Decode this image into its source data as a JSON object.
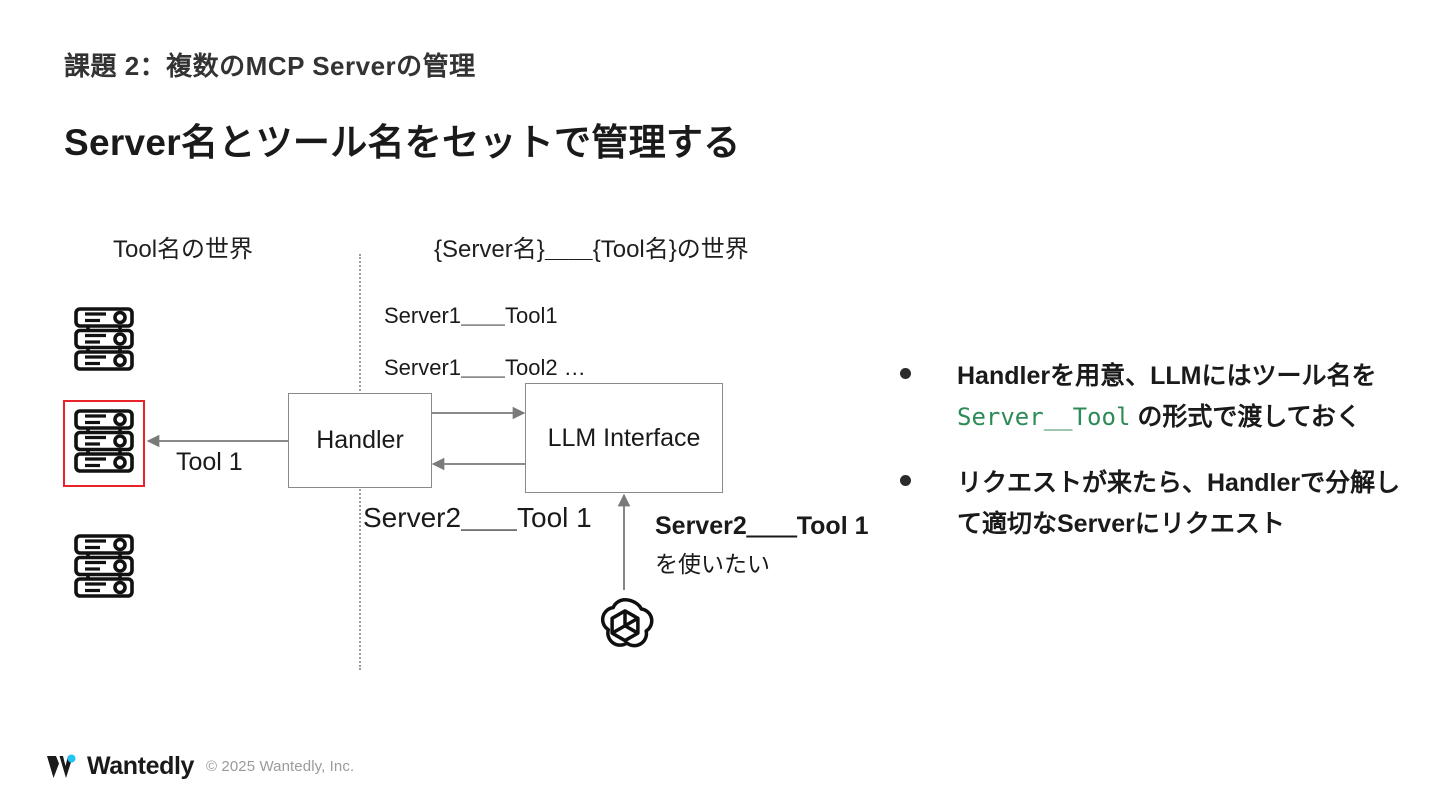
{
  "slide": {
    "eyebrow": "課題 2：複数のMCP Serverの管理",
    "headline": "Server名とツール名をセットで管理する"
  },
  "diagram": {
    "caption_left": "Tool名の世界",
    "caption_right": "{Server名}＿＿{Tool名}の世界",
    "divider_icon": "dotted-vertical-divider",
    "boxes": {
      "handler": "Handler",
      "llm_interface": "LLM Interface"
    },
    "labels": {
      "server1_tool1": "Server1＿＿Tool1",
      "server1_tool2": "Server1＿＿Tool2 …",
      "tool1": "Tool 1",
      "server2_tool1_plain": "Server2＿＿Tool 1",
      "server2_tool1_bold": "Server2＿＿Tool 1",
      "want_to_use": "を使いたい"
    },
    "servers": [
      {
        "name": "server-icon-top",
        "highlighted": false
      },
      {
        "name": "server-icon-middle",
        "highlighted": true
      },
      {
        "name": "server-icon-bottom",
        "highlighted": false
      }
    ],
    "openai_mark": "openai-logo-icon",
    "highlight_color": "#e8242a",
    "connector_color": "#7a7a7a"
  },
  "bullets": [
    {
      "pre": "Handlerを用意、LLMにはツール名を",
      "code": "Server__Tool",
      "post": " の形式で渡しておく"
    },
    {
      "pre": "リクエストが来たら、Handlerで分解して適切なServerにリクエスト",
      "code": "",
      "post": ""
    }
  ],
  "footer": {
    "logo_word": "Wantedly",
    "copyright": "© 2025 Wantedly, Inc.",
    "accent_color": "#21c5f0"
  }
}
